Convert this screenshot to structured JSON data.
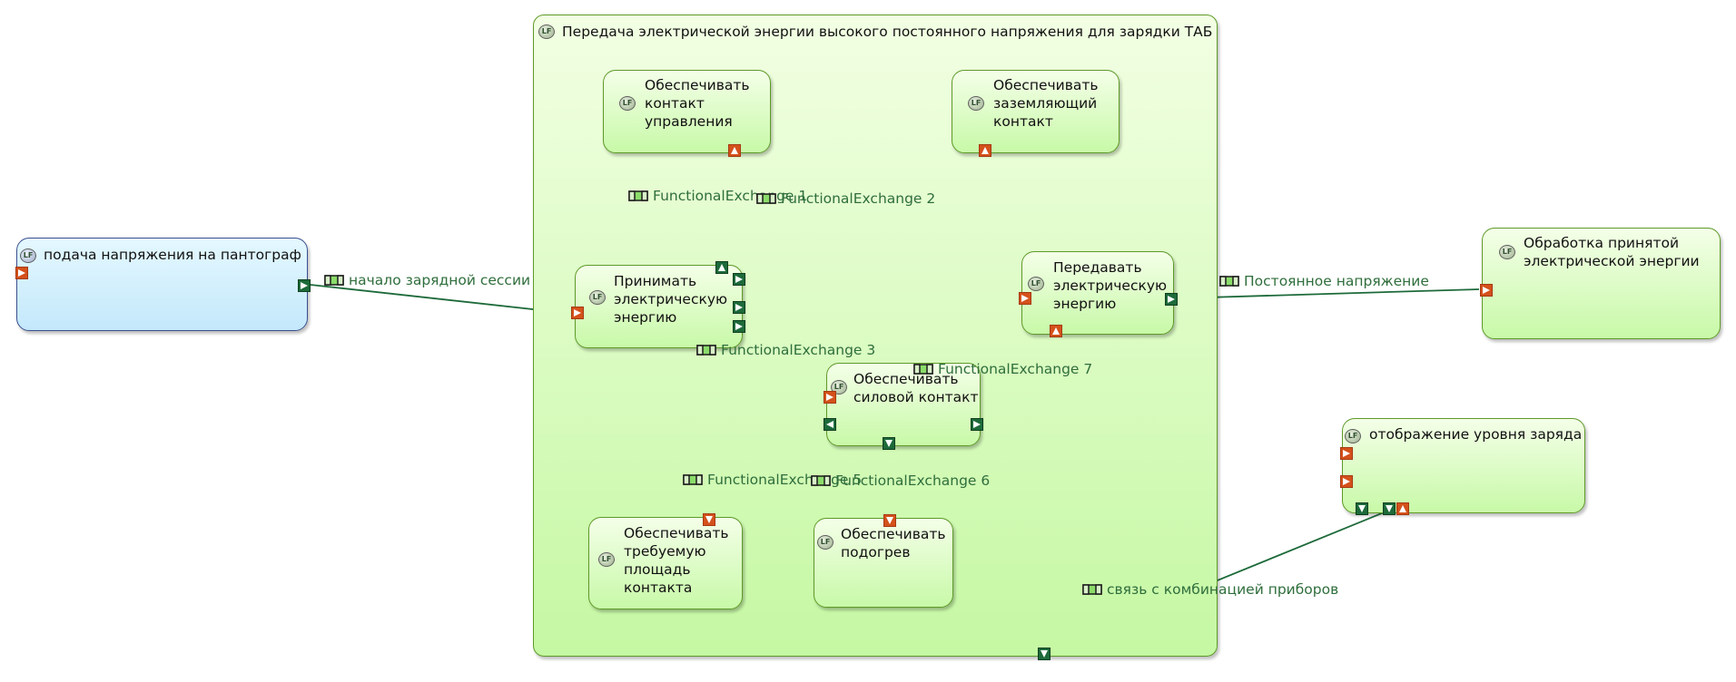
{
  "diagram": {
    "container": {
      "title": "Передача электрической энергии высокого постоянного напряжения для зарядки ТАБ",
      "icon": "logical-function-icon"
    },
    "functions": {
      "podacha": {
        "title": "подача напряжения на пантограф",
        "icon": "logical-function-icon"
      },
      "kontakt_upr": {
        "title": "Обеспечивать\nконтакт\nуправления",
        "icon": "logical-function-icon"
      },
      "zazeml": {
        "title": "Обеспечивать\nзаземляющий\nконтакт",
        "icon": "logical-function-icon"
      },
      "prinimat": {
        "title": "Принимать\nэлектрическую\nэнергию",
        "icon": "logical-function-icon"
      },
      "peredavat": {
        "title": "Передавать\nэлектрическую\nэнергию",
        "icon": "logical-function-icon"
      },
      "silovoy": {
        "title": "Обеспечивать\nсиловой контакт",
        "icon": "logical-function-icon"
      },
      "ploshad": {
        "title": "Обеспечивать\nтребуемую\nплощадь\nконтакта",
        "icon": "logical-function-icon"
      },
      "podogrev": {
        "title": "Обеспечивать\nподогрев",
        "icon": "logical-function-icon"
      },
      "obrabotka": {
        "title": "Обработка принятой\nэлектрической энергии",
        "icon": "logical-function-icon"
      },
      "otobrazhenie": {
        "title": "отображение уровня заряда",
        "icon": "logical-function-icon"
      }
    },
    "exchanges": {
      "fe1": "FunctionalExchange 1",
      "fe2": "FunctionalExchange 2",
      "fe3": "FunctionalExchange 3",
      "fe5": "FunctionalExchange 5",
      "fe6": "FunctionalExchange 6",
      "fe7": "FunctionalExchange 7",
      "nachalo": "начало зарядной сессии",
      "postoyannoe": "Постоянное напряжение",
      "svyaz": "связь с комбинацией приборов"
    },
    "colors": {
      "wire": "#1d6a3a",
      "out_port": "#1d6a3a",
      "in_port": "#d4511b",
      "exchange_label": "#2f6e3c"
    }
  }
}
